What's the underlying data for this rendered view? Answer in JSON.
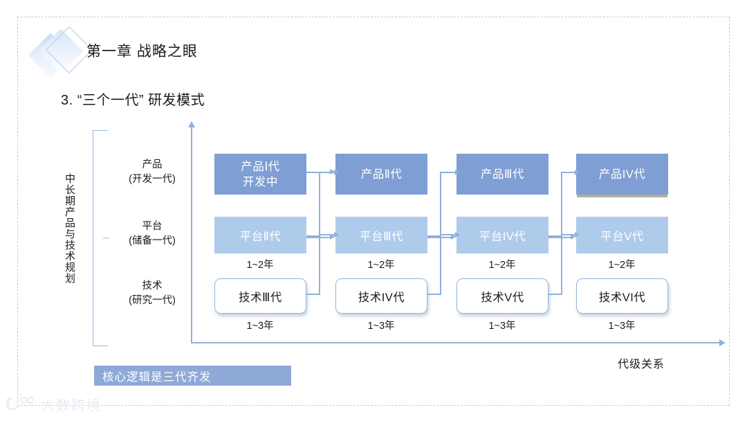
{
  "slide": {
    "chapter_title": "第一章 战略之眼",
    "section_title": "3.  “三个一代” 研发模式",
    "vertical_axis_label": "中长期产品与技术规划",
    "horizontal_axis_caption": "代级关系",
    "banner_text": "核心逻辑是三代齐发",
    "watermark_text": "大数跨境"
  },
  "colors": {
    "product_fill": "#7f9ed4",
    "platform_fill": "#aecbeb",
    "tech_fill": "#ffffff",
    "tech_border": "#91b4dd",
    "connector": "#8fb0dc",
    "banner_fill": "#8ea9d8",
    "frame_border": "#b9cfe8",
    "selection_shadow": "#b0aca4"
  },
  "rows": [
    {
      "name": "产品",
      "qualifier": "(开发一代)"
    },
    {
      "name": "平台",
      "qualifier": "(储备一代)"
    },
    {
      "name": "技术",
      "qualifier": "(研究一代)"
    }
  ],
  "product_row": {
    "boxes": [
      {
        "line1": "产品Ⅰ代",
        "line2": "开发中",
        "selected": false
      },
      {
        "line1": "产品Ⅱ代",
        "line2": "",
        "selected": false
      },
      {
        "line1": "产品Ⅲ代",
        "line2": "",
        "selected": false
      },
      {
        "line1": "产品IV代",
        "line2": "",
        "selected": true
      }
    ]
  },
  "platform_row": {
    "boxes": [
      {
        "line1": "平台Ⅱ代",
        "duration": "1~2年"
      },
      {
        "line1": "平台Ⅲ代",
        "duration": "1~2年"
      },
      {
        "line1": "平台IV代",
        "duration": "1~2年"
      },
      {
        "line1": "平台V代",
        "duration": "1~2年"
      }
    ]
  },
  "tech_row": {
    "boxes": [
      {
        "line1": "技术Ⅲ代",
        "duration": "1~3年"
      },
      {
        "line1": "技术IV代",
        "duration": "1~3年"
      },
      {
        "line1": "技术V代",
        "duration": "1~3年"
      },
      {
        "line1": "技术VI代",
        "duration": "1~3年"
      }
    ]
  },
  "icons": {
    "logo": "diamond-logo",
    "v_axis_arrow": "arrow-up-icon",
    "h_axis_arrow": "arrow-right-icon",
    "connector_arrow": "arrow-right-icon",
    "watermark_mark": "brand-mark-icon"
  }
}
